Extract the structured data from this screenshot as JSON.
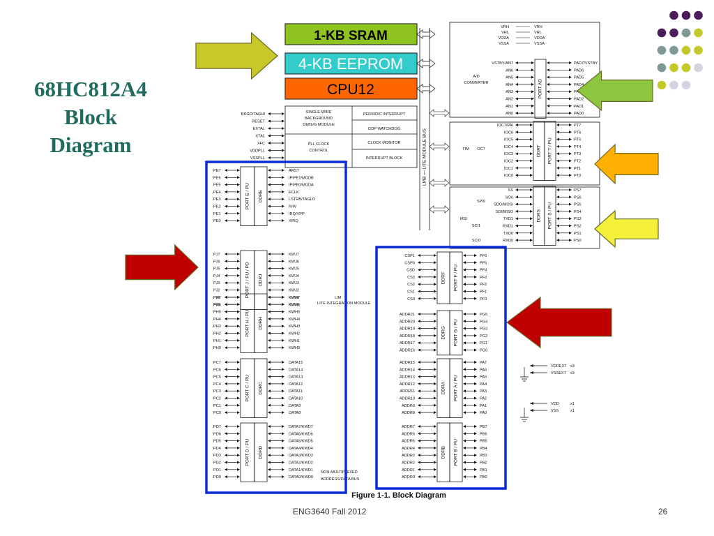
{
  "slide": {
    "title_lines": [
      "68HC812A4",
      "Block",
      "Diagram"
    ],
    "footer": "ENG3640 Fall 2012",
    "page": "26",
    "caption": "Figure 1-1. Block Diagram"
  },
  "memory": {
    "sram": "1-KB SRAM",
    "eeprom": "4-KB EEPROM",
    "cpu": "CPU12"
  },
  "colors": {
    "sram": "#8fc31f",
    "eeprom": "#33cccc",
    "cpu": "#ff6600",
    "arrow_olive": "#c8c82a",
    "arrow_green": "#8cc63e",
    "arrow_orange": "#ffb000",
    "arrow_yellow": "#f4f03a",
    "arrow_red": "#c00000",
    "highlight_box": "#0a2ad6",
    "title": "#1f6b5e",
    "dots": [
      "#4b1d5a",
      "#7f9a96",
      "#c4c92a",
      "#d6d3e0"
    ]
  },
  "modules": {
    "bdm": [
      "SINGLE-WIRE",
      "BACKGROUND",
      "DEBUG MODULE"
    ],
    "pll": [
      "PLL CLOCK",
      "CONTROL"
    ],
    "periodic": "PERIODIC INTERRUPT",
    "cop": "COP WATCHDOG",
    "clock_monitor": "CLOCK MONITOR",
    "interrupt_block": "INTERRUPT BLOCK",
    "bus": "LMB — LITE MODULE BUS",
    "lim": [
      "LIM",
      "LITE INTEGRATION MODULE"
    ],
    "nonmux": [
      "NON-MULTIPLEXED",
      "ADDRESS/DATA BUS"
    ],
    "adc": [
      "A/D",
      "CONVERTER"
    ],
    "tim": "TIM",
    "oc7": "OC7",
    "spi": "SPI0",
    "msi": "MSI",
    "sci1": "SCI1",
    "sci0": "SCI0"
  },
  "control_pins": [
    "BKGD/TAGHI",
    "RESET",
    "EXTAL",
    "XTAL",
    "XFC",
    "VDDPLL",
    "VSSPLL"
  ],
  "supply_top": {
    "left": [
      "VRH",
      "VRL",
      "VDDA",
      "VSSA"
    ],
    "right": [
      "VRH",
      "VRL",
      "VDDA",
      "VSSA"
    ]
  },
  "supply_right": [
    {
      "label": "VDDEXT",
      "note": "x3"
    },
    {
      "label": "VSSEXT",
      "note": "x3"
    },
    {
      "label": "VDD",
      "note": "x1"
    },
    {
      "label": "VSS",
      "note": "x1"
    }
  ],
  "ports_left": [
    {
      "id": "E",
      "port": "PORT E / PU",
      "ddr": "DDRE",
      "pins": [
        "PE7",
        "PE6",
        "PE5",
        "PE4",
        "PE3",
        "PE2",
        "PE1",
        "PE0"
      ],
      "signals": [
        "ARST",
        "IPIPE1/MODB",
        "IPIPE0/MODA",
        "ECLK",
        "LSTRB/TAGLO",
        "R/W",
        "IRQ/VPP",
        "XIRQ"
      ]
    },
    {
      "id": "J",
      "port": "PORT J / PU / PD",
      "ddr": "DDRJ",
      "pins": [
        "PJ7",
        "PJ6",
        "PJ5",
        "PJ4",
        "PJ3",
        "PJ2",
        "PJ1",
        "PJ0"
      ],
      "signals": [
        "KWJ7",
        "KWJ6",
        "KWJ5",
        "KWJ4",
        "KWJ3",
        "KWJ2",
        "KWJ1",
        "KWJ0"
      ]
    },
    {
      "id": "H",
      "port": "PORT H / PU",
      "ddr": "DDRH",
      "pins": [
        "PH7",
        "PH6",
        "PH5",
        "PH4",
        "PH3",
        "PH2",
        "PH1",
        "PH0"
      ],
      "signals": [
        "KWH7",
        "KWH6",
        "KWH5",
        "KWH4",
        "KWH3",
        "KWH2",
        "KWH1",
        "KWH0"
      ]
    },
    {
      "id": "C",
      "port": "PORT C / PU",
      "ddr": "DDRC",
      "pins": [
        "PC7",
        "PC6",
        "PC5",
        "PC4",
        "PC3",
        "PC2",
        "PC1",
        "PC0"
      ],
      "signals": [
        "DATA15",
        "DATA14",
        "DATA13",
        "DATA12",
        "DATA11",
        "DATA10",
        "DATA9",
        "DATA8"
      ]
    },
    {
      "id": "D",
      "port": "PORT D / PU",
      "ddr": "DDRD",
      "pins": [
        "PD7",
        "PD6",
        "PD5",
        "PD4",
        "PD3",
        "PD2",
        "PD1",
        "PD0"
      ],
      "signals": [
        "DATA7/KWD7",
        "DATA6/KWD6",
        "DATA5/KWD5",
        "DATA4/KWD4",
        "DATA3/KWD3",
        "DATA2/KWD2",
        "DATA1/KWD1",
        "DATA0/KWD0"
      ]
    }
  ],
  "ports_mid": [
    {
      "id": "F",
      "port": "PORT F / PU",
      "ddr": "DDRF",
      "signals": [
        "CSP1",
        "CSP0",
        "CSD",
        "CS3",
        "CS2",
        "CS1",
        "CS0"
      ],
      "pins": [
        "PF6",
        "PF5",
        "PF4",
        "PF3",
        "PF2",
        "PF1",
        "PF0"
      ]
    },
    {
      "id": "G",
      "port": "PORT G / PU",
      "ddr": "DDRG",
      "signals": [
        "ADDR21",
        "ADDR20",
        "ADDR19",
        "ADDR18",
        "ADDR17",
        "ADDR16"
      ],
      "pins": [
        "PG5",
        "PG4",
        "PG3",
        "PG2",
        "PG1",
        "PG0"
      ]
    },
    {
      "id": "A",
      "port": "PORT A / PU",
      "ddr": "DDRA",
      "signals": [
        "ADDR15",
        "ADDR14",
        "ADDR13",
        "ADDR12",
        "ADDR11",
        "ADDR10",
        "ADDR9",
        "ADDR8"
      ],
      "pins": [
        "PA7",
        "PA6",
        "PA5",
        "PA4",
        "PA3",
        "PA2",
        "PA1",
        "PA0"
      ]
    },
    {
      "id": "B",
      "port": "PORT B / PU",
      "ddr": "DDRB",
      "signals": [
        "ADDR7",
        "ADDR6",
        "ADDR5",
        "ADDR4",
        "ADDR3",
        "ADDR2",
        "ADDR1",
        "ADDR0"
      ],
      "pins": [
        "PB7",
        "PB6",
        "PB5",
        "PB4",
        "PB3",
        "PB2",
        "PB1",
        "PB0"
      ]
    }
  ],
  "ports_right": [
    {
      "id": "AD",
      "port": "PORT AD",
      "signals": [
        "VSTBY/AN7",
        "AN6",
        "AN5",
        "AN4",
        "AN3",
        "AN2",
        "AN1",
        "AN0"
      ],
      "pins": [
        "PAD7/VSTBY",
        "PAD6",
        "PAD5",
        "PAD4",
        "PAD3",
        "PAD2",
        "PAD1",
        "PAD0"
      ]
    },
    {
      "id": "T",
      "port": "PORT T / PU",
      "ddr": "DDRT",
      "signals": [
        "IOC7/PAI",
        "IOC6",
        "IOC5",
        "IOC4",
        "IOC3",
        "IOC2",
        "IOC1",
        "IOC0"
      ],
      "pins": [
        "PT7",
        "PT6",
        "PT5",
        "PT4",
        "PT3",
        "PT2",
        "PT1",
        "PT0"
      ]
    },
    {
      "id": "S",
      "port": "PORT S / PU",
      "ddr": "DDRS",
      "signals": [
        "SS",
        "SCK",
        "SDO/MOSI",
        "SDI/MISO",
        "TXD1",
        "RXD1",
        "TXD0",
        "RXD0"
      ],
      "pins": [
        "PS7",
        "PS6",
        "PS5",
        "PS4",
        "PS3",
        "PS2",
        "PS1",
        "PS0"
      ]
    }
  ]
}
